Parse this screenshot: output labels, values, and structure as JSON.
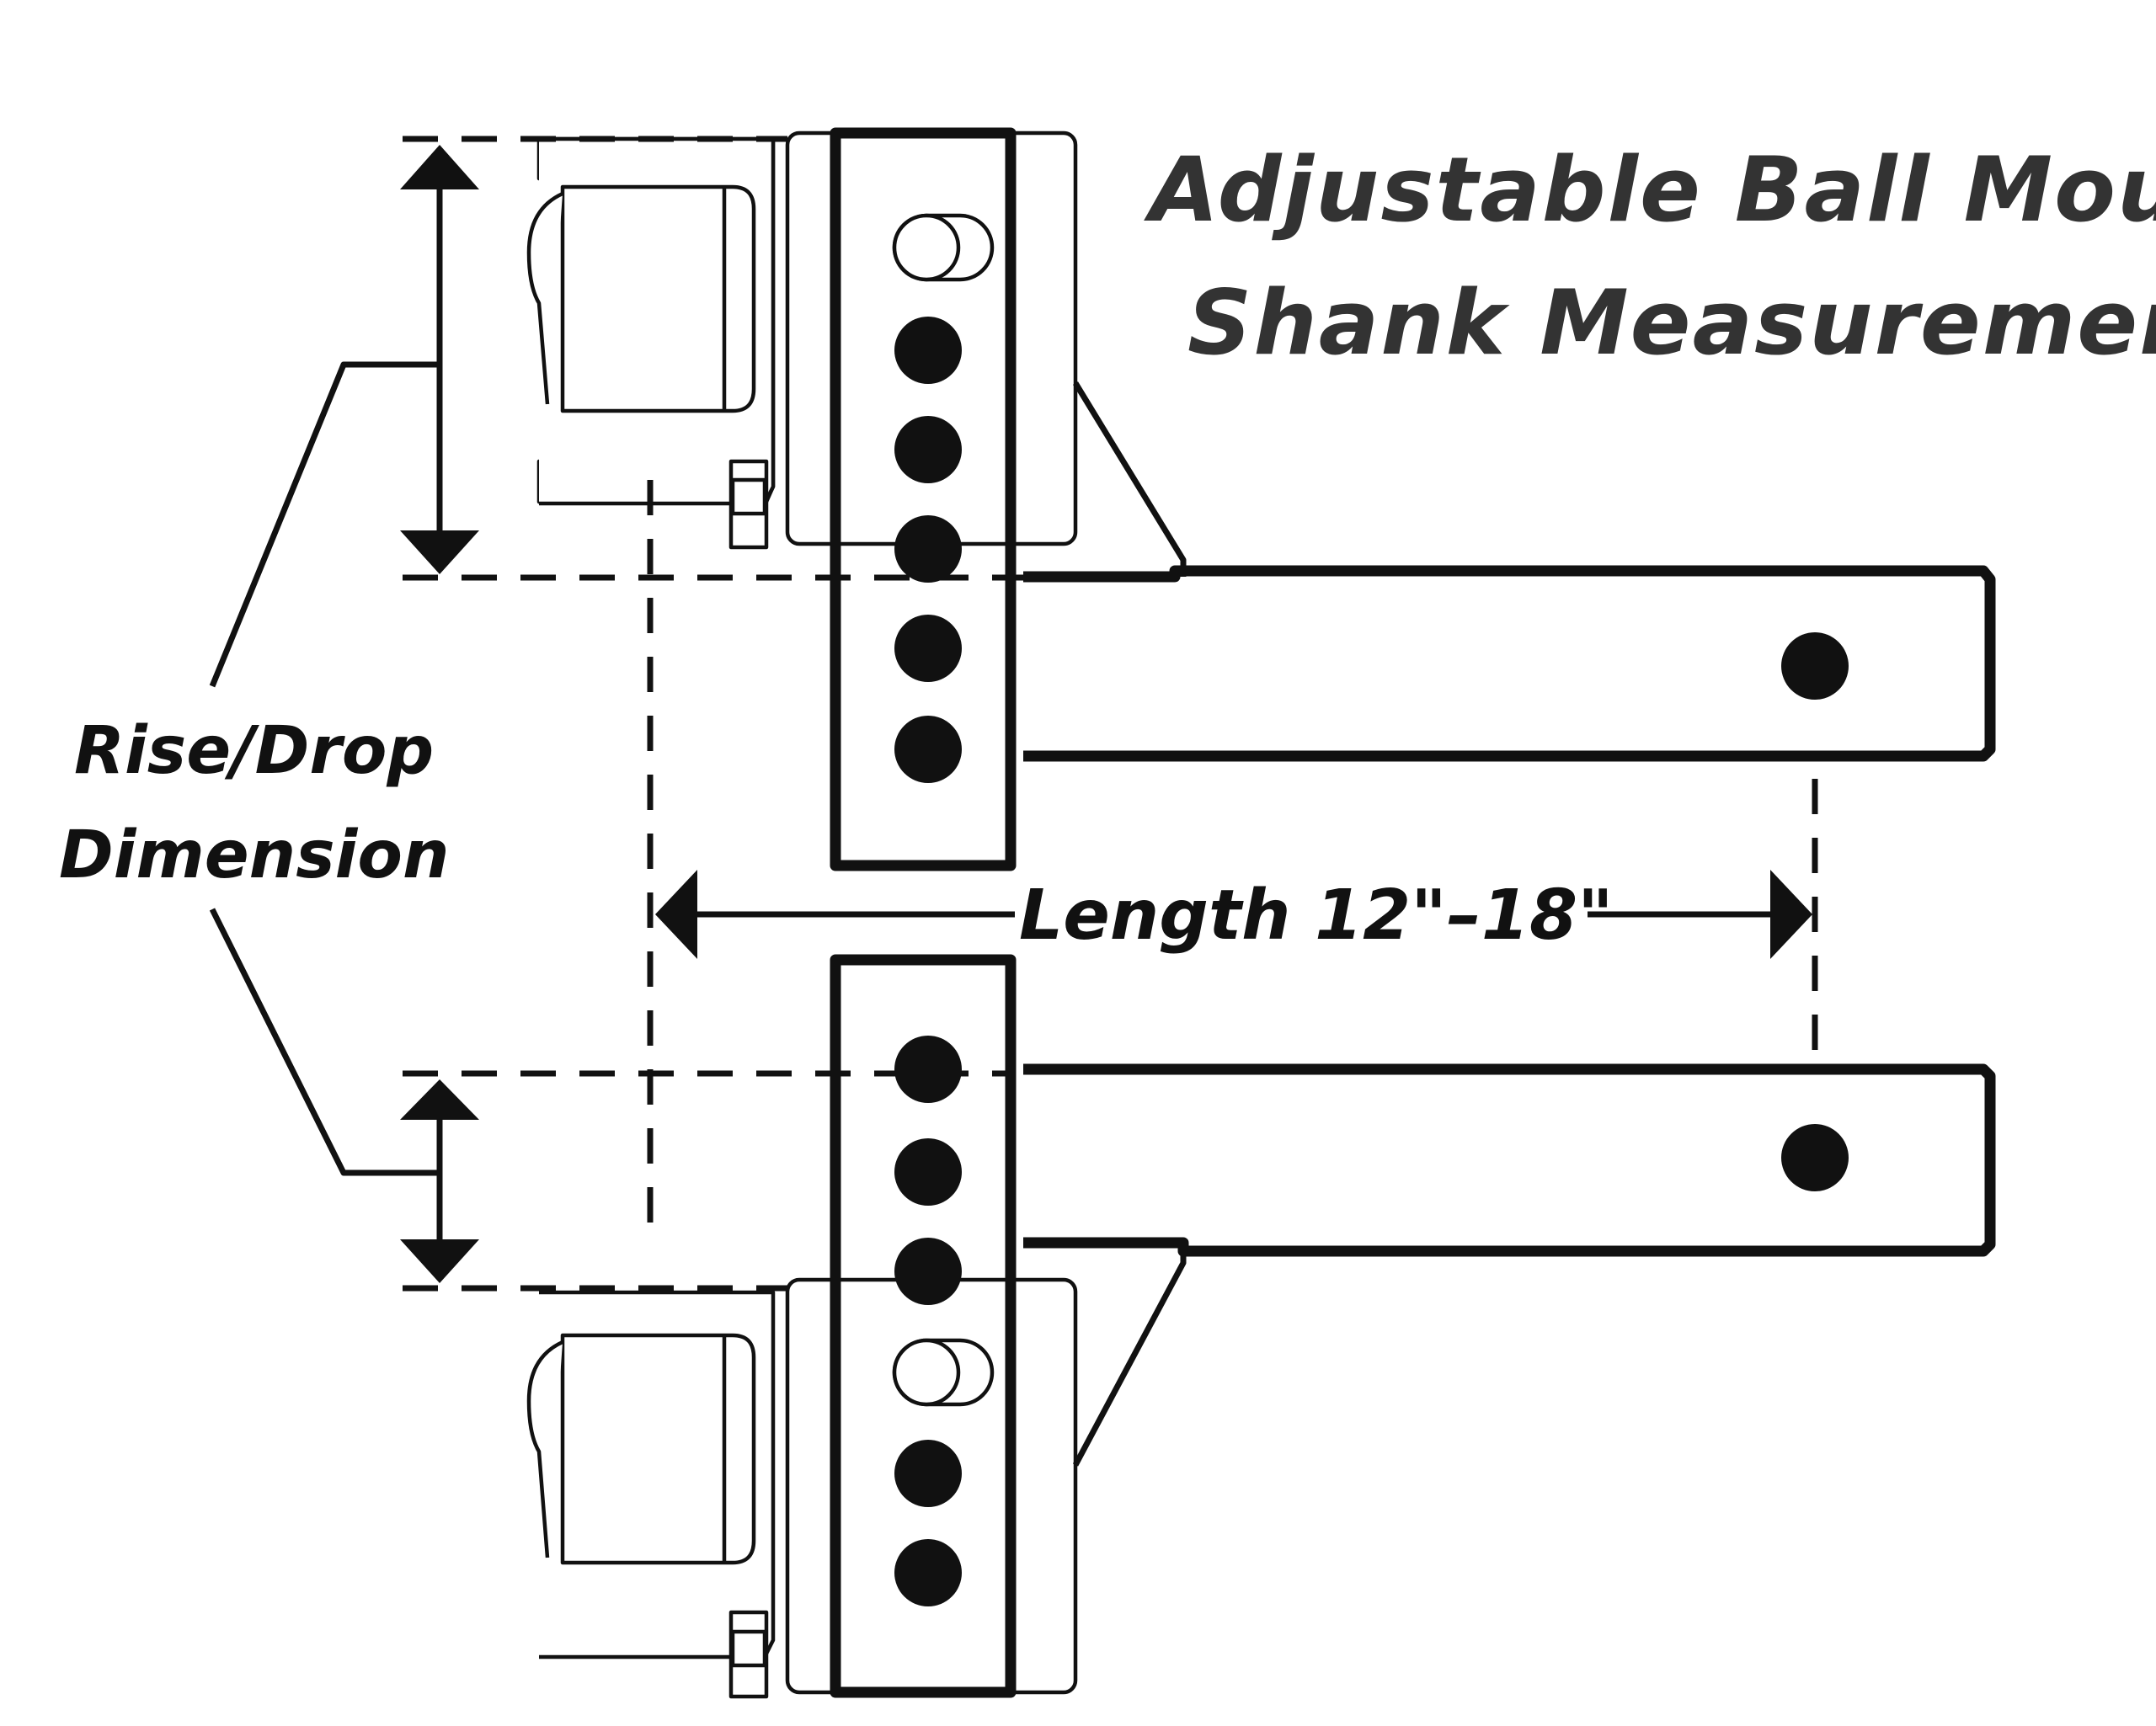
{
  "diagram": {
    "title_lines": [
      "Adjustable Ball Mount",
      "Shank Measurements"
    ],
    "rise_drop_label_lines": [
      "Rise/Drop",
      "Dimension"
    ],
    "length_label": "Length 12\"–18\"",
    "colors": {
      "ink": "#111111",
      "title": "#333333",
      "background": "#ffffff"
    }
  }
}
